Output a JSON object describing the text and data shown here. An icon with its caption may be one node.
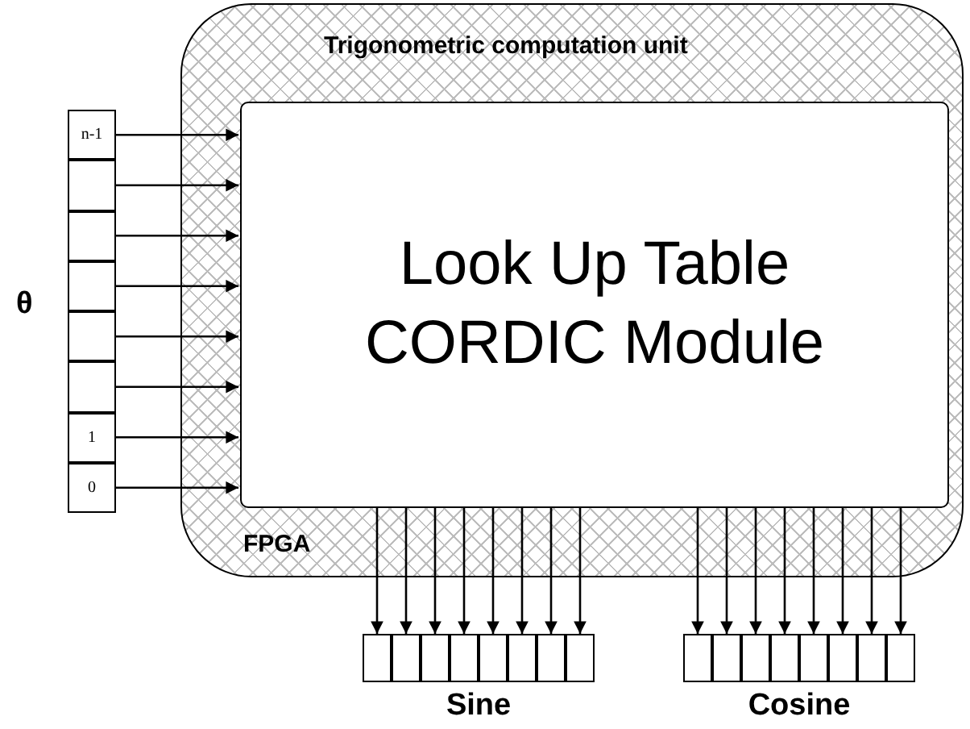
{
  "diagram": {
    "nodes": [
      {
        "text": [
          "Trigonometric computation unit",
          "FPGA"
        ]
      },
      {
        "text": [
          "Look Up Table CORDIC Module"
        ],
        "in": 0
      },
      {
        "text": [
          "θ"
        ]
      },
      {
        "text": [
          "n-1"
        ],
        "in": 2
      },
      {
        "text": [],
        "shape": "box",
        "in": 2
      },
      {
        "text": [],
        "shape": "box",
        "in": 2
      },
      {
        "text": [],
        "shape": "box",
        "in": 2
      },
      {
        "text": [],
        "shape": "box",
        "in": 2
      },
      {
        "text": [],
        "shape": "box",
        "in": 2
      },
      {
        "text": [
          "1"
        ],
        "in": 2
      },
      {
        "text": [
          "0"
        ],
        "in": 2
      },
      {
        "text": [
          "Sine"
        ]
      },
      {
        "text": [],
        "shape": "box",
        "in": 11
      },
      {
        "text": [],
        "shape": "box",
        "in": 11
      },
      {
        "text": [],
        "shape": "box",
        "in": 11
      },
      {
        "text": [],
        "shape": "box",
        "in": 11
      },
      {
        "text": [],
        "shape": "box",
        "in": 11
      },
      {
        "text": [],
        "shape": "box",
        "in": 11
      },
      {
        "text": [],
        "shape": "box",
        "in": 11
      },
      {
        "text": [],
        "shape": "box",
        "in": 11
      },
      {
        "text": [
          "Cosine"
        ]
      },
      {
        "text": [],
        "shape": "box",
        "in": 20
      },
      {
        "text": [],
        "shape": "box",
        "in": 20
      },
      {
        "text": [],
        "shape": "box",
        "in": 20
      },
      {
        "text": [],
        "shape": "box",
        "in": 20
      },
      {
        "text": [],
        "shape": "box",
        "in": 20
      },
      {
        "text": [],
        "shape": "box",
        "in": 20
      },
      {
        "text": [],
        "shape": "box",
        "in": 20
      },
      {
        "text": [],
        "shape": "box",
        "in": 20
      }
    ],
    "edges": [
      {
        "from": 3,
        "to": 1,
        "arrow": "to"
      },
      {
        "from": 4,
        "to": 1,
        "arrow": "to"
      },
      {
        "from": 5,
        "to": 1,
        "arrow": "to"
      },
      {
        "from": 6,
        "to": 1,
        "arrow": "to"
      },
      {
        "from": 7,
        "to": 1,
        "arrow": "to"
      },
      {
        "from": 8,
        "to": 1,
        "arrow": "to"
      },
      {
        "from": 9,
        "to": 1,
        "arrow": "to"
      },
      {
        "from": 10,
        "to": 1,
        "arrow": "to"
      },
      {
        "from": 1,
        "to": 12,
        "arrow": "to"
      },
      {
        "from": 1,
        "to": 13,
        "arrow": "to"
      },
      {
        "from": 1,
        "to": 14,
        "arrow": "to"
      },
      {
        "from": 1,
        "to": 15,
        "arrow": "to"
      },
      {
        "from": 1,
        "to": 16,
        "arrow": "to"
      },
      {
        "from": 1,
        "to": 17,
        "arrow": "to"
      },
      {
        "from": 1,
        "to": 18,
        "arrow": "to"
      },
      {
        "from": 1,
        "to": 19,
        "arrow": "to"
      },
      {
        "from": 1,
        "to": 21,
        "arrow": "to"
      },
      {
        "from": 1,
        "to": 22,
        "arrow": "to"
      },
      {
        "from": 1,
        "to": 23,
        "arrow": "to"
      },
      {
        "from": 1,
        "to": 24,
        "arrow": "to"
      },
      {
        "from": 1,
        "to": 25,
        "arrow": "to"
      },
      {
        "from": 1,
        "to": 26,
        "arrow": "to"
      },
      {
        "from": 1,
        "to": 27,
        "arrow": "to"
      },
      {
        "from": 1,
        "to": 28,
        "arrow": "to"
      }
    ]
  }
}
